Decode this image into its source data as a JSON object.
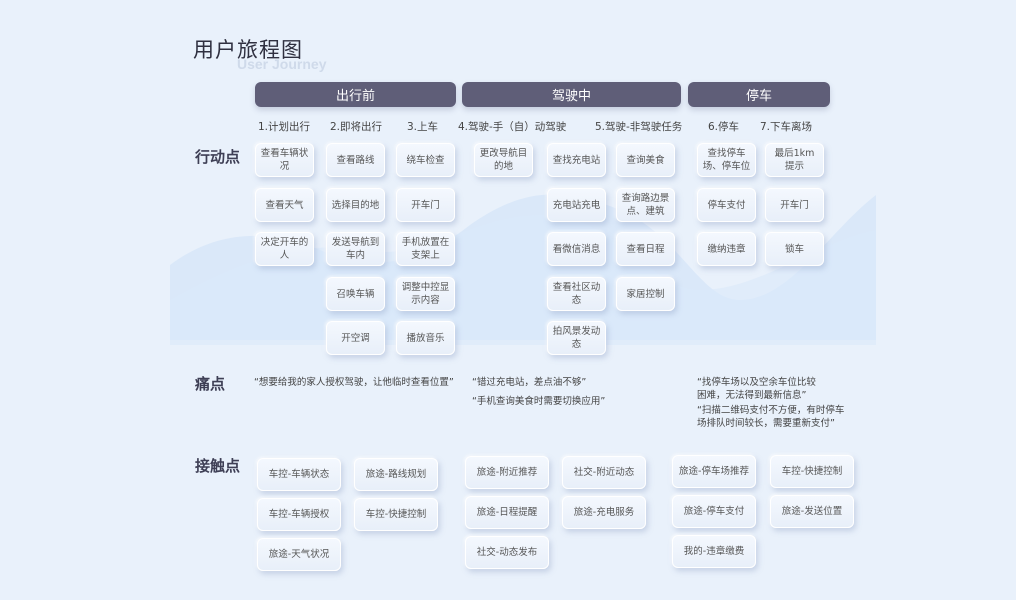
{
  "title": "用户旅程图",
  "subtitle": "User Journey",
  "phases": [
    "出行前",
    "驾驶中",
    "停车"
  ],
  "stages": [
    "1.计划出行",
    "2.即将出行",
    "3.上车",
    "4.驾驶-手（自）动驾驶",
    "5.驾驶-非驾驶任务",
    "6.停车",
    "7.下车离场"
  ],
  "row_labels": {
    "actions": "行动点",
    "pain_points": "痛点",
    "touchpoints": "接触点"
  },
  "actions": [
    [
      "查看车辆状况",
      "查看天气",
      "决定开车的人"
    ],
    [
      "查看路线",
      "选择目的地",
      "发送导航到车内",
      "召唤车辆",
      "开空调"
    ],
    [
      "绕车检查",
      "开车门",
      "手机放置在支架上",
      "调整中控显示内容",
      "播放音乐"
    ],
    [
      "更改导航目的地"
    ],
    [
      "查找充电站",
      "充电站充电",
      "看微信消息",
      "查看社区动态",
      "拍风景发动态"
    ],
    [
      "查询美食",
      "查询路边景点、建筑",
      "查看日程",
      "家居控制"
    ],
    [
      "查找停车场、停车位",
      "停车支付",
      "缴纳违章"
    ],
    [
      "最后1km提示",
      "开车门",
      "锁车"
    ]
  ],
  "pain_points": [
    "“想要给我的家人授权驾驶，让他临时查看位置”",
    "“错过充电站，差点油不够”",
    "“手机查询美食时需要切换应用”",
    "“找停车场以及空余车位比较\n困难，无法得到最新信息”",
    "“扫描二维码支付不方便，有时停车\n场排队时间较长，需要重新支付”"
  ],
  "touchpoints": [
    [
      "车控-车辆状态",
      "车控-车辆授权",
      "旅途-天气状况"
    ],
    [
      "旅途-路线规划",
      "车控-快捷控制"
    ],
    [
      "旅途-附近推荐",
      "旅途-日程提醒",
      "社交-动态发布"
    ],
    [
      "社交-附近动态",
      "旅途-充电服务"
    ],
    [
      "旅途-停车场推荐",
      "旅途-停车支付",
      "我的-违章缴费"
    ],
    [
      "车控-快捷控制",
      "旅途-发送位置"
    ]
  ],
  "colors": {
    "phase": "#5f5e78",
    "background": "#e9f1fb"
  }
}
